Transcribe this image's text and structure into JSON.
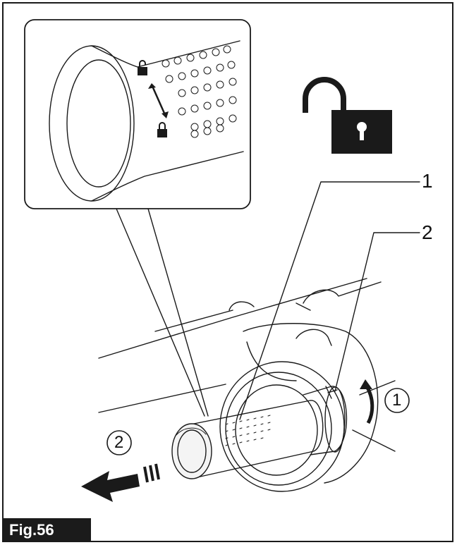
{
  "figure": {
    "label": "Fig.56",
    "callouts": {
      "part1": "1",
      "part2": "2"
    },
    "steps": {
      "step1": "①",
      "step2": "②"
    },
    "icons": [
      "unlock-padlock-icon",
      "locked-padlock-icon",
      "unlocked-padlock-icon",
      "double-headed-arrow-icon",
      "rotate-arrow-icon",
      "pull-out-arrow-icon"
    ],
    "colors": {
      "ink": "#1a1a1a",
      "label_bg": "#1b1b1b",
      "label_text": "#ffffff"
    }
  }
}
